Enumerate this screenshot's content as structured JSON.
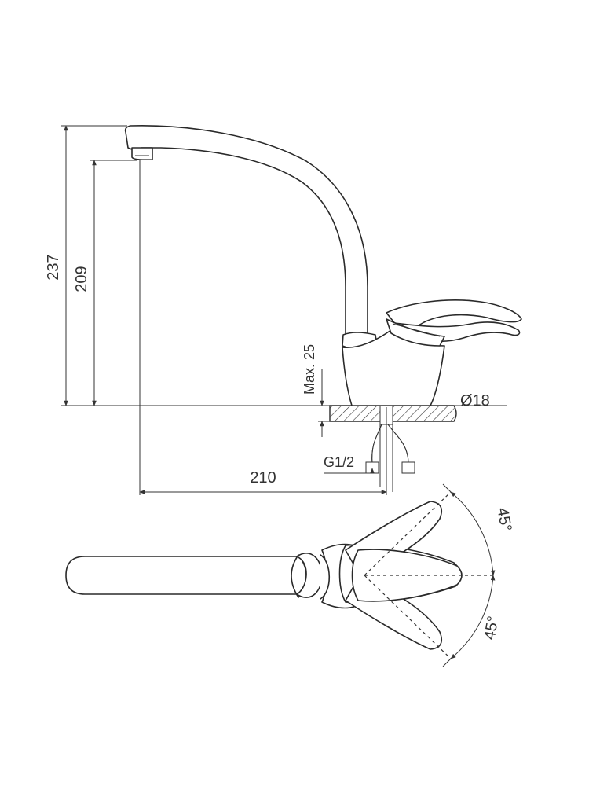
{
  "dimensions": {
    "total_height": "237",
    "spout_height": "209",
    "reach": "210",
    "max_thickness": "Max. 25",
    "hole_diameter": "Ø18",
    "thread": "G1/2",
    "angle_upper": "45°",
    "angle_lower": "45°"
  },
  "colors": {
    "line": "#2a2a2a",
    "background": "#ffffff"
  }
}
